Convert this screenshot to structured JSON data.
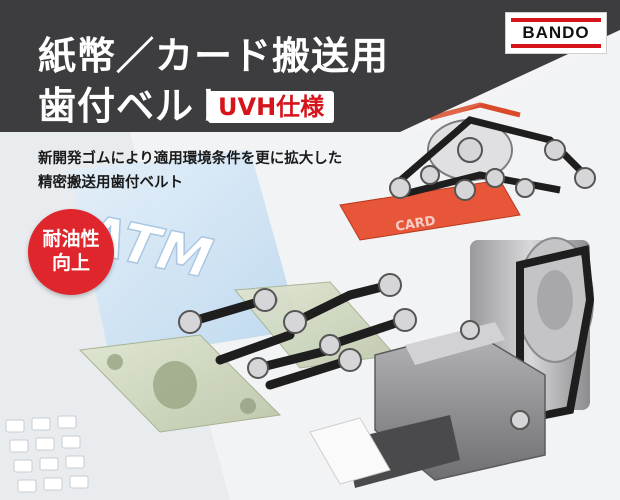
{
  "title_line1": "紙幣／カード搬送用",
  "title_line2": "歯付ベルト",
  "spec_badge": "UVH仕様",
  "brand_logo": "BANDO",
  "description_line1": "新開発ゴムにより適用環境条件を更に拡大した",
  "description_line2": "精密搬送用歯付ベルト",
  "feature_badge_line1": "耐油性",
  "feature_badge_line2": "向上",
  "atm_label": "ATM",
  "card_label": "CARD",
  "colors": {
    "header_dark": "#3d3d3f",
    "accent_red": "#d5141b",
    "belt_black": "#1e1e1e",
    "background": "#f2f3f5"
  }
}
